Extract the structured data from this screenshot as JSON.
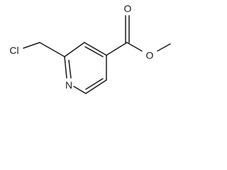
{
  "molecule": {
    "atoms": {
      "chlorine": "Cl",
      "nitrogen": "N",
      "carbonyl_oxygen": "O",
      "ester_oxygen": "O"
    }
  },
  "colors": {
    "ink": "#1a1a1a",
    "background": "#ffffff"
  }
}
